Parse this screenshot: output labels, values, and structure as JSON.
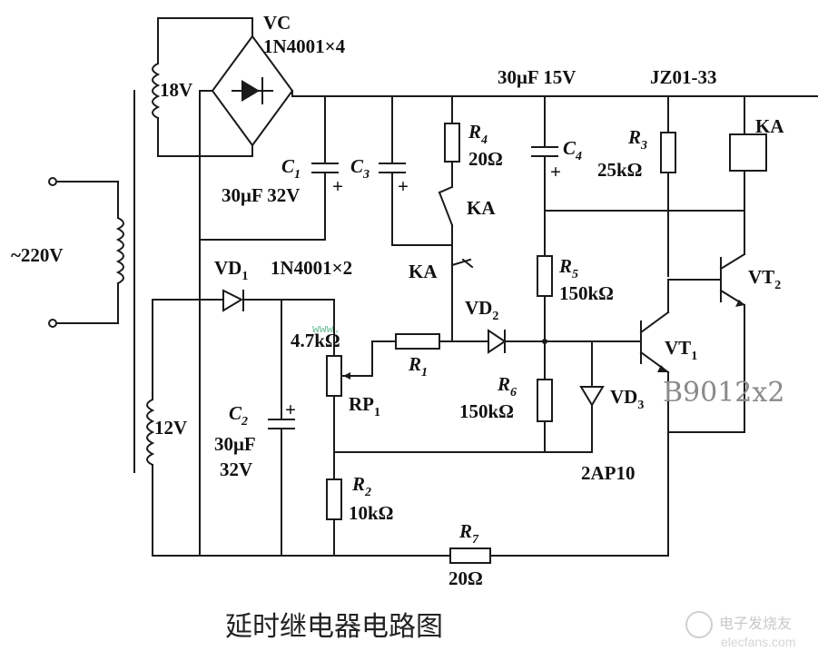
{
  "caption": "延时继电器电路图",
  "labels": {
    "vc": "VC",
    "vc_part": "1N4001×4",
    "v18": "18V",
    "mains": "~220V",
    "v12": "12V",
    "c4_spec": "30μF 15V",
    "relay_part": "JZ01-33",
    "ka": "KA",
    "r4": "R",
    "r4_sub": "4",
    "r4_val": "20Ω",
    "r3": "R",
    "r3_sub": "3",
    "r3_val": "25kΩ",
    "c1": "C",
    "c1_sub": "1",
    "c3": "C",
    "c3_sub": "3",
    "c1_val": "30μF 32V",
    "c4": "C",
    "c4_sub": "4",
    "plus": "+",
    "ka_switch1": "KA",
    "ka_switch2": "KA",
    "vd1": "VD",
    "vd1_sub": "1",
    "vd1_part": "1N4001×2",
    "vd2": "VD",
    "vd2_sub": "2",
    "vd3": "VD",
    "vd3_sub": "3",
    "vd3_part": "2AP10",
    "r5": "R",
    "r5_sub": "5",
    "r5_val": "150kΩ",
    "r6": "R",
    "r6_sub": "6",
    "r6_val": "150kΩ",
    "rp_val": "4.7kΩ",
    "rp1": "RP",
    "rp1_sub": "1",
    "r1": "R",
    "r1_sub": "1",
    "c2": "C",
    "c2_sub": "2",
    "c2_val1": "30μF",
    "c2_val2": "32V",
    "r2": "R",
    "r2_sub": "2",
    "r2_val": "10kΩ",
    "r7": "R",
    "r7_sub": "7",
    "r7_val": "20Ω",
    "vt1": "VT",
    "vt1_sub": "1",
    "vt2": "VT",
    "vt2_sub": "2",
    "transistor_part": "B9012x2",
    "web_url": "www.",
    "watermark": "电子发烧友",
    "watermark_site": "elecfans.com"
  }
}
